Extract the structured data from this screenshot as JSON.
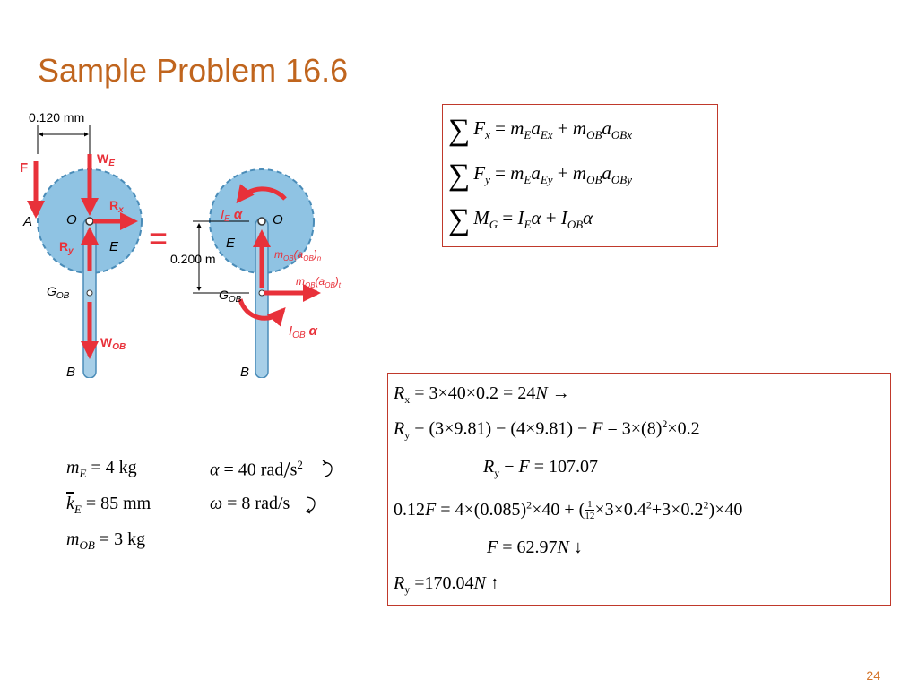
{
  "slide": {
    "title": "Sample Problem 16.6",
    "page_number": "24"
  },
  "figure": {
    "dim_0120": "0.120 mm",
    "dim_0200": "0.200 m",
    "label_F": "F",
    "label_WE": "W",
    "label_WE_sub": "E",
    "label_Rx": "R",
    "label_Rx_sub": "x",
    "label_Ry": "R",
    "label_Ry_sub": "y",
    "label_A": "A",
    "label_O": "O",
    "label_E": "E",
    "label_GOB": "G",
    "label_GOB_sub": "OB",
    "label_WOB": "W",
    "label_WOB_sub": "OB",
    "label_B": "B",
    "equals": "=",
    "label_O2": "O",
    "label_E2": "E",
    "label_IE": "I",
    "label_IE_sub": "E",
    "label_alpha": "α",
    "label_GOB2": "G",
    "label_GOB2_sub": "OB",
    "label_B2": "B",
    "label_IOB": "I",
    "label_IOB_sub": "OB",
    "label_alpha2": "α",
    "label_maOBn": "m",
    "label_maOBn_sub1": "OB",
    "label_maOBn_mid": "(a",
    "label_maOBn_sub2": "OB",
    "label_maOBn_end": ")",
    "label_maOBn_sub3": "n",
    "label_maOBt": "m",
    "label_maOBt_sub1": "OB",
    "label_maOBt_mid": "(a",
    "label_maOBt_sub2": "OB",
    "label_maOBt_end": ")",
    "label_maOBt_sub3": "t"
  },
  "equations_box1": {
    "eq1": {
      "lhs": "F",
      "lhs_sub": "x",
      "m1": "m",
      "m1_sub": "E",
      "a1": "a",
      "a1_sub": "Ex",
      "m2": "m",
      "m2_sub": "OB",
      "a2": "a",
      "a2_sub": "OBx"
    },
    "eq2": {
      "lhs": "F",
      "lhs_sub": "y",
      "m1": "m",
      "m1_sub": "E",
      "a1": "a",
      "a1_sub": "Ey",
      "m2": "m",
      "m2_sub": "OB",
      "a2": "a",
      "a2_sub": "OBy"
    },
    "eq3": {
      "lhs": "M",
      "lhs_sub": "G",
      "i1": "I",
      "i1_sub": "E",
      "alpha": "α",
      "i2": "I",
      "i2_sub": "OB"
    }
  },
  "given": {
    "mE": "m",
    "mE_sub": "E",
    "mE_val": "= 4 kg",
    "kE": "k",
    "kE_sub": "E",
    "kE_val": "= 85 mm",
    "mOB": "m",
    "mOB_sub": "OB",
    "mOB_val": "= 3 kg",
    "alpha": "α",
    "alpha_val": "= 40 rad",
    "alpha_unit": "s",
    "alpha_exp": "2",
    "omega": "ω",
    "omega_val": "= 8 rad/s"
  },
  "solution": {
    "line1_lhs": "R",
    "line1_sub": "x",
    "line1_rhs": "= 3×40×0.2 = 24",
    "line1_unit": "N",
    "line1_arrow": "→",
    "line2_lhs": "R",
    "line2_sub": "y",
    "line2_mid": "− (3×9.81) − (4×9.81) −",
    "line2_F": "F",
    "line2_rhs": "= 3×(8)",
    "line2_exp": "2",
    "line2_end": "×0.2",
    "line3_R": "R",
    "line3_sub": "y",
    "line3_mid": "−",
    "line3_F": "F",
    "line3_rhs": "= 107.07",
    "line4_a": "0.12",
    "line4_F": "F",
    "line4_b": "= 4×(0.085)",
    "line4_exp1": "2",
    "line4_c": "×40 + (",
    "line4_num": "1",
    "line4_den": "12",
    "line4_d": "×3×0.4",
    "line4_exp2": "2",
    "line4_e": "+3×0.2",
    "line4_exp3": "2",
    "line4_f": ")×40",
    "line5_F": "F",
    "line5_rhs": "= 62.97",
    "line5_unit": "N",
    "line5_arrow": "↓",
    "line6_lhs": "R",
    "line6_sub": "y",
    "line6_rhs": "=170.04",
    "line6_unit": "N",
    "line6_arrow": "↑"
  },
  "colors": {
    "title": "#c0651e",
    "force_arrow": "#e8313a",
    "gear": "#8fc3e3",
    "box_border": "#c0392b"
  }
}
